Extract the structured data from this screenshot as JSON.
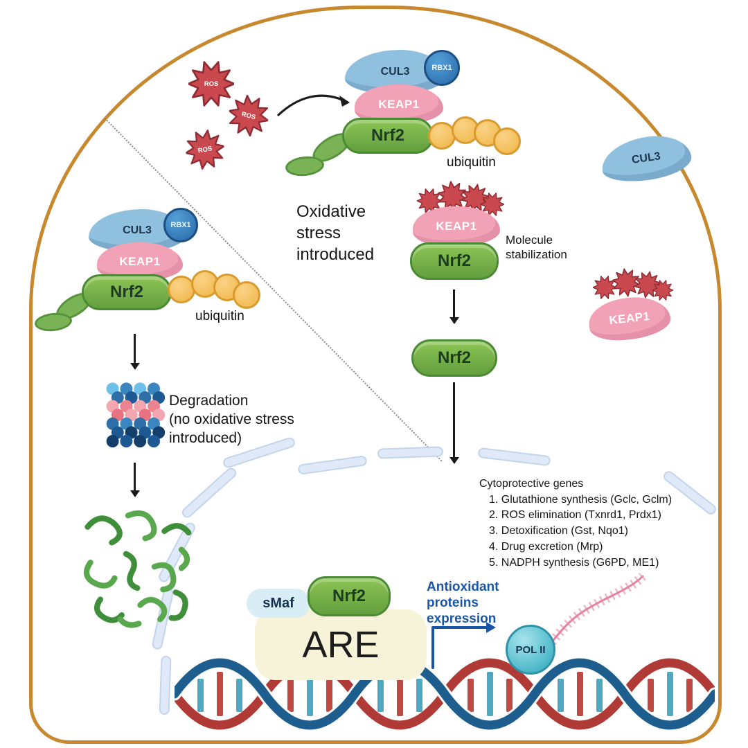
{
  "ros": {
    "label": "ROS"
  },
  "complexes": {
    "cul3": "CUL3",
    "rbx1": "RBX1",
    "keap1": "KEAP1",
    "nrf2": "Nrf2",
    "ubiquitin": "ubiquitin"
  },
  "annotations": {
    "oxidative_stress": "Oxidative\nstress\nintroduced",
    "molecule_stabilization": "Molecule\nstabilization",
    "degradation": "Degradation\n(no oxidative stress\nintroduced)",
    "antioxidant_expression": "Antioxidant\nproteins\nexpression"
  },
  "cytoprotective": {
    "title": "Cytoprotective genes",
    "items": [
      "1.  Glutathione synthesis (Gclc, Gclm)",
      "2.  ROS elimination (Txnrd1, Prdx1)",
      "3.  Detoxification (Gst, Nqo1)",
      "4.  Drug excretion (Mrp)",
      "5.  NADPH synthesis (G6PD, ME1)"
    ]
  },
  "transcription": {
    "smaf": "sMaf",
    "nrf2": "Nrf2",
    "are": "ARE",
    "polii": "POL II"
  },
  "colors": {
    "border": "#c8882e",
    "ros_red": "#c9494e",
    "cul3_blue": "#8fc0dd",
    "rbx1_blue": "#2f7cc0",
    "keap1_pink": "#f2a2b6",
    "nrf2_green": "#76b24e",
    "ubiquitin_yellow": "#f0b545",
    "are_cream": "#f6f3d8",
    "smaf_blue": "#d9edf6",
    "polii_teal": "#48b6c8",
    "dna_red": "#b03a36",
    "dna_blue": "#1d5e8e",
    "expression_blue": "#1a56a8"
  }
}
